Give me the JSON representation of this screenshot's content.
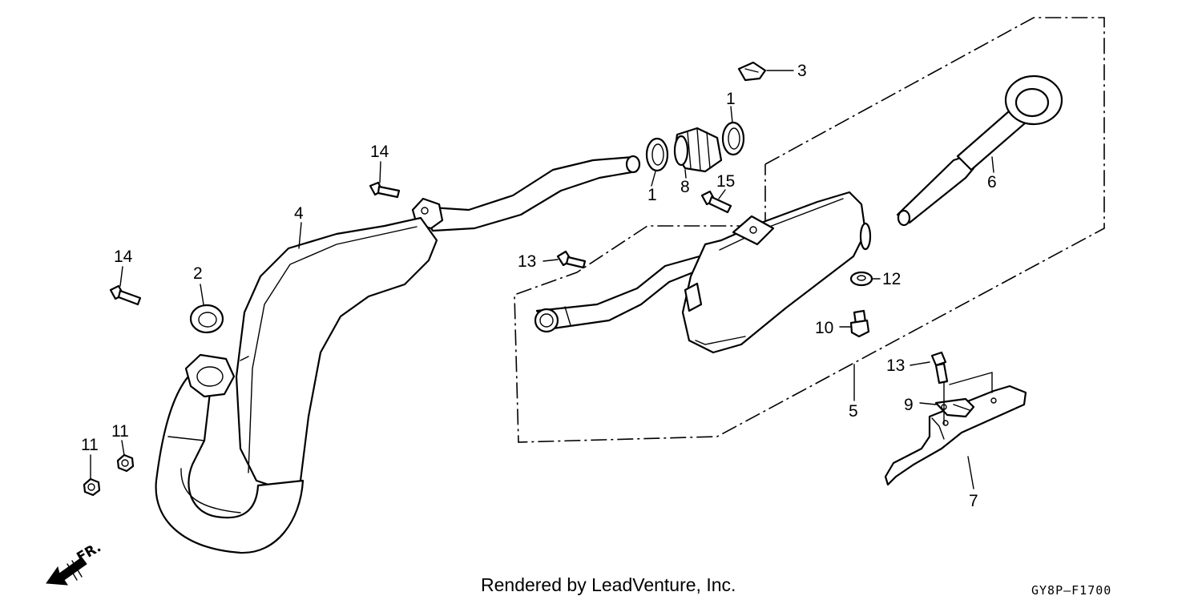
{
  "diagram": {
    "callouts": {
      "c1a": "1",
      "c1b": "1",
      "c2": "2",
      "c3": "3",
      "c4": "4",
      "c5": "5",
      "c6": "6",
      "c7": "7",
      "c8": "8",
      "c9": "9",
      "c10": "10",
      "c11a": "11",
      "c11b": "11",
      "c12": "12",
      "c13a": "13",
      "c13b": "13",
      "c14a": "14",
      "c14b": "14",
      "c15": "15"
    },
    "front_label": "FR.",
    "credit": "Rendered by LeadVenture, Inc.",
    "diagram_code": "GY8P–F1700"
  }
}
